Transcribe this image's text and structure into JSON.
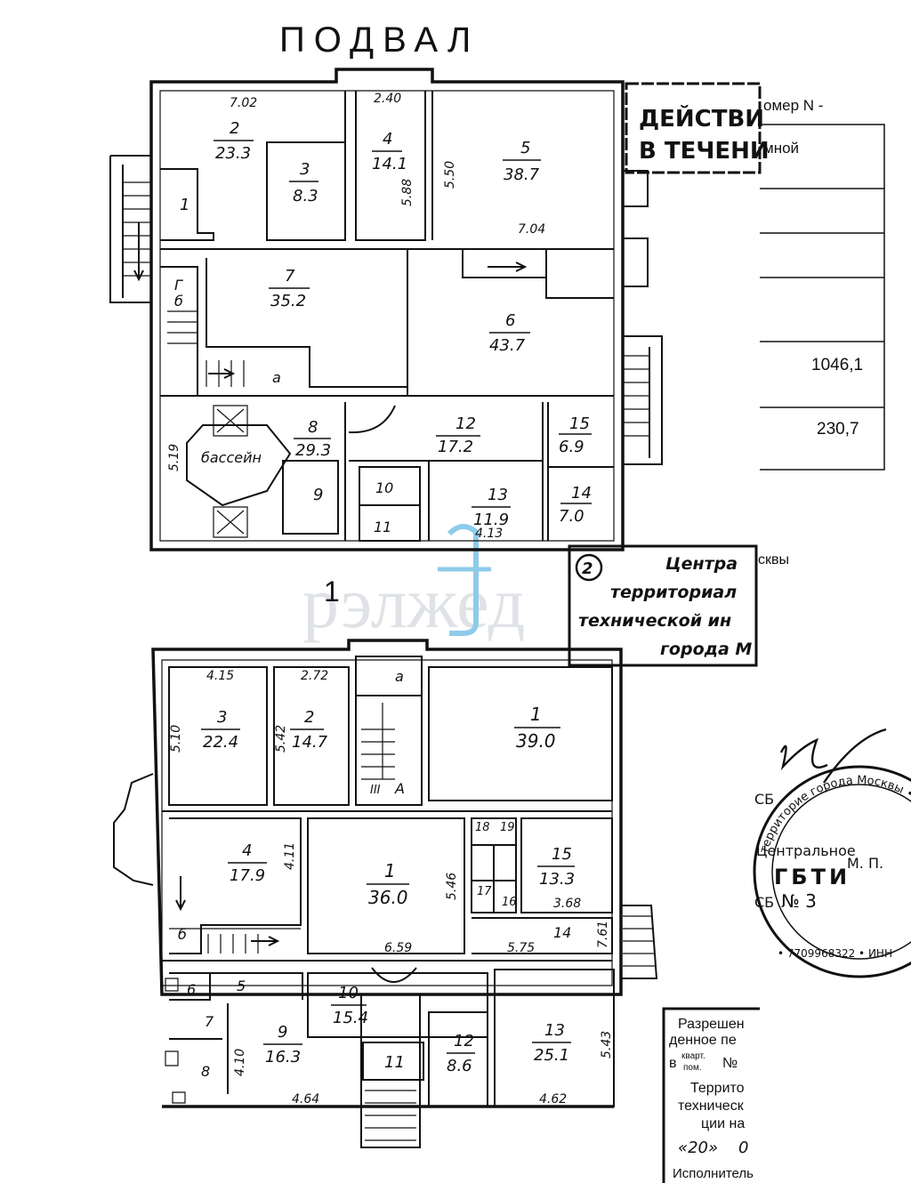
{
  "basement": {
    "title": "ПОДВАЛ",
    "rooms": [
      {
        "num": "1",
        "area": ""
      },
      {
        "num": "2",
        "area": "23.3"
      },
      {
        "num": "3",
        "area": "8.3"
      },
      {
        "num": "4",
        "area": "14.1"
      },
      {
        "num": "5",
        "area": "38.7"
      },
      {
        "num": "6",
        "area": "43.7"
      },
      {
        "num": "7",
        "area": "35.2"
      },
      {
        "num": "8",
        "area": "29.3"
      },
      {
        "num": "9",
        "area": ""
      },
      {
        "num": "10",
        "area": ""
      },
      {
        "num": "11",
        "area": ""
      },
      {
        "num": "12",
        "area": "17.2"
      },
      {
        "num": "13",
        "area": "11.9"
      },
      {
        "num": "14",
        "area": "7.0"
      },
      {
        "num": "15",
        "area": "6.9"
      }
    ],
    "dims": [
      "7.02",
      "2.40",
      "5.88",
      "5.50",
      "7.04",
      "5.19",
      "4.13"
    ],
    "labels": {
      "pool": "бассейн",
      "letter_g": "Г",
      "letter_b": "б",
      "letter_a": "а"
    }
  },
  "floor1": {
    "title": "1",
    "rooms": [
      {
        "num": "1",
        "area": "39.0"
      },
      {
        "num": "2",
        "area": "14.7"
      },
      {
        "num": "3",
        "area": "22.4"
      },
      {
        "num": "4",
        "area": "17.9"
      },
      {
        "num": "1",
        "area": "36.0"
      },
      {
        "num": "5",
        "area": ""
      },
      {
        "num": "6",
        "area": ""
      },
      {
        "num": "7",
        "area": ""
      },
      {
        "num": "8",
        "area": ""
      },
      {
        "num": "9",
        "area": "16.3"
      },
      {
        "num": "10",
        "area": "15.4"
      },
      {
        "num": "11",
        "area": ""
      },
      {
        "num": "12",
        "area": "8.6"
      },
      {
        "num": "13",
        "area": "25.1"
      },
      {
        "num": "14",
        "area": ""
      },
      {
        "num": "15",
        "area": "13.3"
      },
      {
        "num": "16",
        "area": ""
      },
      {
        "num": "17",
        "area": ""
      },
      {
        "num": "18",
        "area": ""
      },
      {
        "num": "19",
        "area": ""
      }
    ],
    "dims": [
      "4.15",
      "2.72",
      "5.10",
      "5.42",
      "4.11",
      "5.46",
      "6.59",
      "3.68",
      "5.75",
      "7.61",
      "4.10",
      "4.64",
      "5.43",
      "4.62"
    ],
    "labels": {
      "letter_a": "а",
      "stair_iii": "III",
      "stair_a": "А",
      "letter_b": "б"
    }
  },
  "stamp_top": {
    "line1": "ДЕЙСТВИ",
    "line2": "В ТЕЧЕНИ"
  },
  "side_table": {
    "header": "омер N  -",
    "subheader": "мной",
    "value1": "1046,1",
    "value2": "230,7"
  },
  "stamp_center": {
    "num": "2",
    "line1": "Центра",
    "line1_tail": "сквы",
    "line2": "территориал",
    "line3": "технической ин",
    "line4": "города М"
  },
  "seal": {
    "ring_text": "территорие города Москвы • ГБУ технической",
    "center1": "Центральное",
    "center2": "ГБТИ",
    "num": "№ 3",
    "left_letters": "СБ",
    "mp": "М. П.",
    "bottom_digits": "• 7709968322 • ИНН"
  },
  "perm_stamp": {
    "line1": "Разрешен",
    "line2": "денное пе",
    "line3a": "в",
    "line3b": "кварт.",
    "line3c": "пом.",
    "line3d": "№",
    "line4": "Террито",
    "line5": "техническ",
    "line6": "ции на",
    "line7a": "«20»",
    "line7b": "0",
    "line8": "Исполнитель"
  },
  "watermark": {
    "text": "рэлжед"
  }
}
